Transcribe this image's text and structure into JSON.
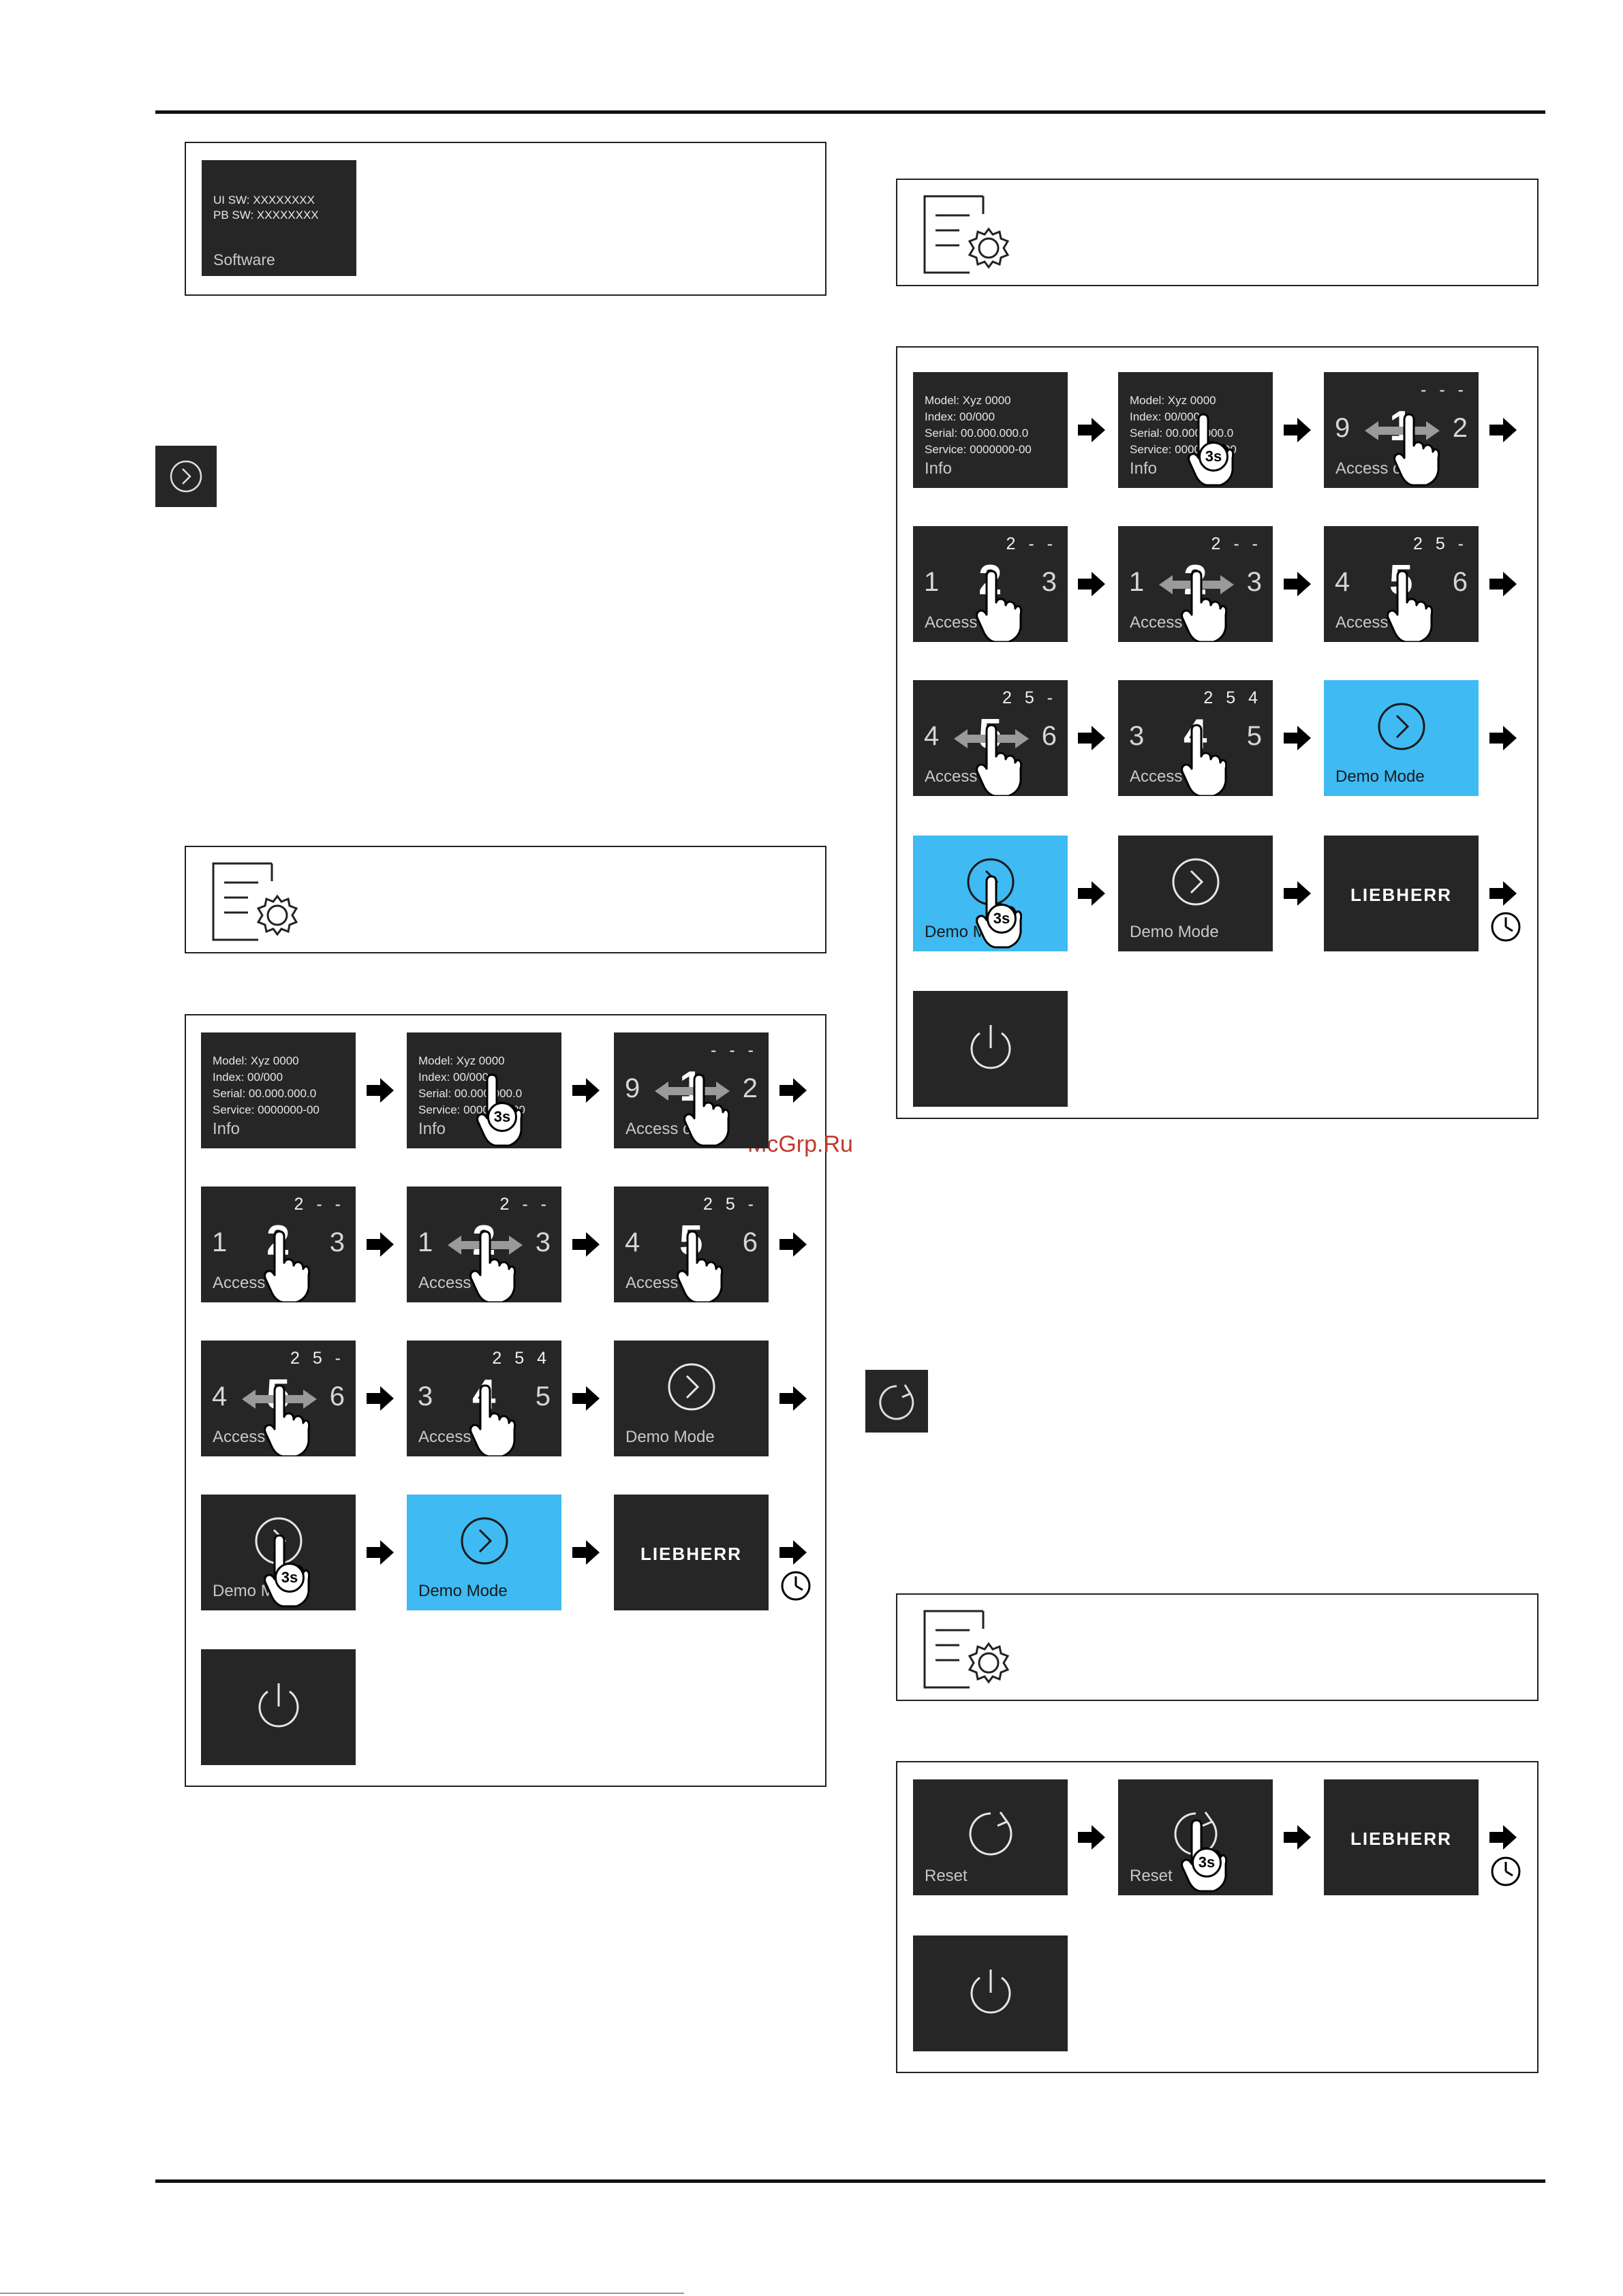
{
  "software_screen": {
    "ui_sw": "UI SW: XXXXXXXX",
    "pb_sw": "PB SW: XXXXXXXX",
    "label": "Software"
  },
  "info_screen": {
    "model": "Model: Xyz 0000",
    "index": "Index: 00/000",
    "serial": "Serial: 00.000.000.0",
    "service": "Service: 0000000-00",
    "label": "Info"
  },
  "hold_badge": "3s",
  "access_label": "Access code",
  "access_steps": [
    {
      "left": "9",
      "center": "1",
      "right": "2",
      "code": "- - -"
    },
    {
      "left": "1",
      "center": "2",
      "right": "3",
      "code": "2 - -"
    },
    {
      "left": "4",
      "center": "5",
      "right": "6",
      "code": "2 5 -"
    },
    {
      "left": "3",
      "center": "4",
      "right": "5",
      "code": "2 5 4"
    }
  ],
  "demo_mode_label": "Demo Mode",
  "reset_label": "Reset",
  "brand_logo": "LIEBHERR",
  "watermark": "McGrp.Ru",
  "colors": {
    "screen_dark": "#262626",
    "screen_blue": "#3fbaf2"
  }
}
